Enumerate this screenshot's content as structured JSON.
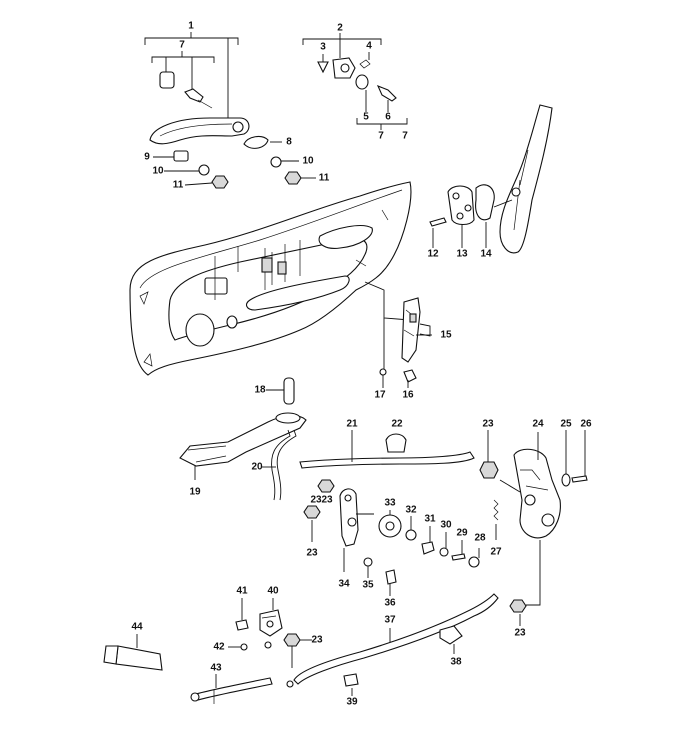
{
  "diagram": {
    "labels": [
      "1",
      "2",
      "3",
      "4",
      "5",
      "6",
      "7",
      "7",
      "7",
      "8",
      "9",
      "10",
      "10",
      "11",
      "11",
      "12",
      "13",
      "14",
      "15",
      "16",
      "17",
      "18",
      "19",
      "20",
      "21",
      "22",
      "23",
      "23",
      "23",
      "23",
      "23",
      "23",
      "24",
      "25",
      "26",
      "27",
      "28",
      "29",
      "30",
      "31",
      "32",
      "33",
      "34",
      "35",
      "36",
      "37",
      "38",
      "39",
      "40",
      "41",
      "42",
      "43",
      "44"
    ]
  }
}
